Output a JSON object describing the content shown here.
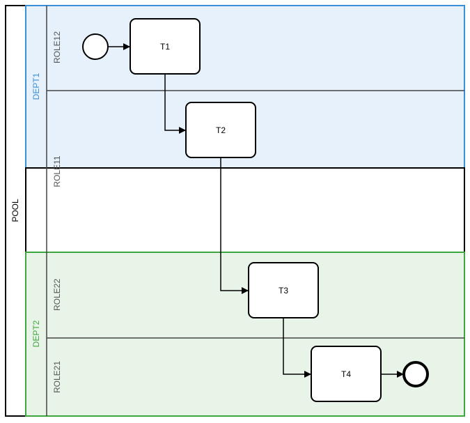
{
  "pool": {
    "label": "POOL"
  },
  "departments": [
    {
      "label": "DEPT1",
      "color": "#3a8fd6",
      "fill": "#e6f1fc"
    },
    {
      "label": "DEPT2",
      "color": "#3fa63f",
      "fill": "#e9f4e9"
    }
  ],
  "roles": {
    "role12": "ROLE12",
    "role11": "ROLE11",
    "role22": "ROLE22",
    "role21": "ROLE21"
  },
  "tasks": {
    "t1": "T1",
    "t2": "T2",
    "t3": "T3",
    "t4": "T4"
  }
}
